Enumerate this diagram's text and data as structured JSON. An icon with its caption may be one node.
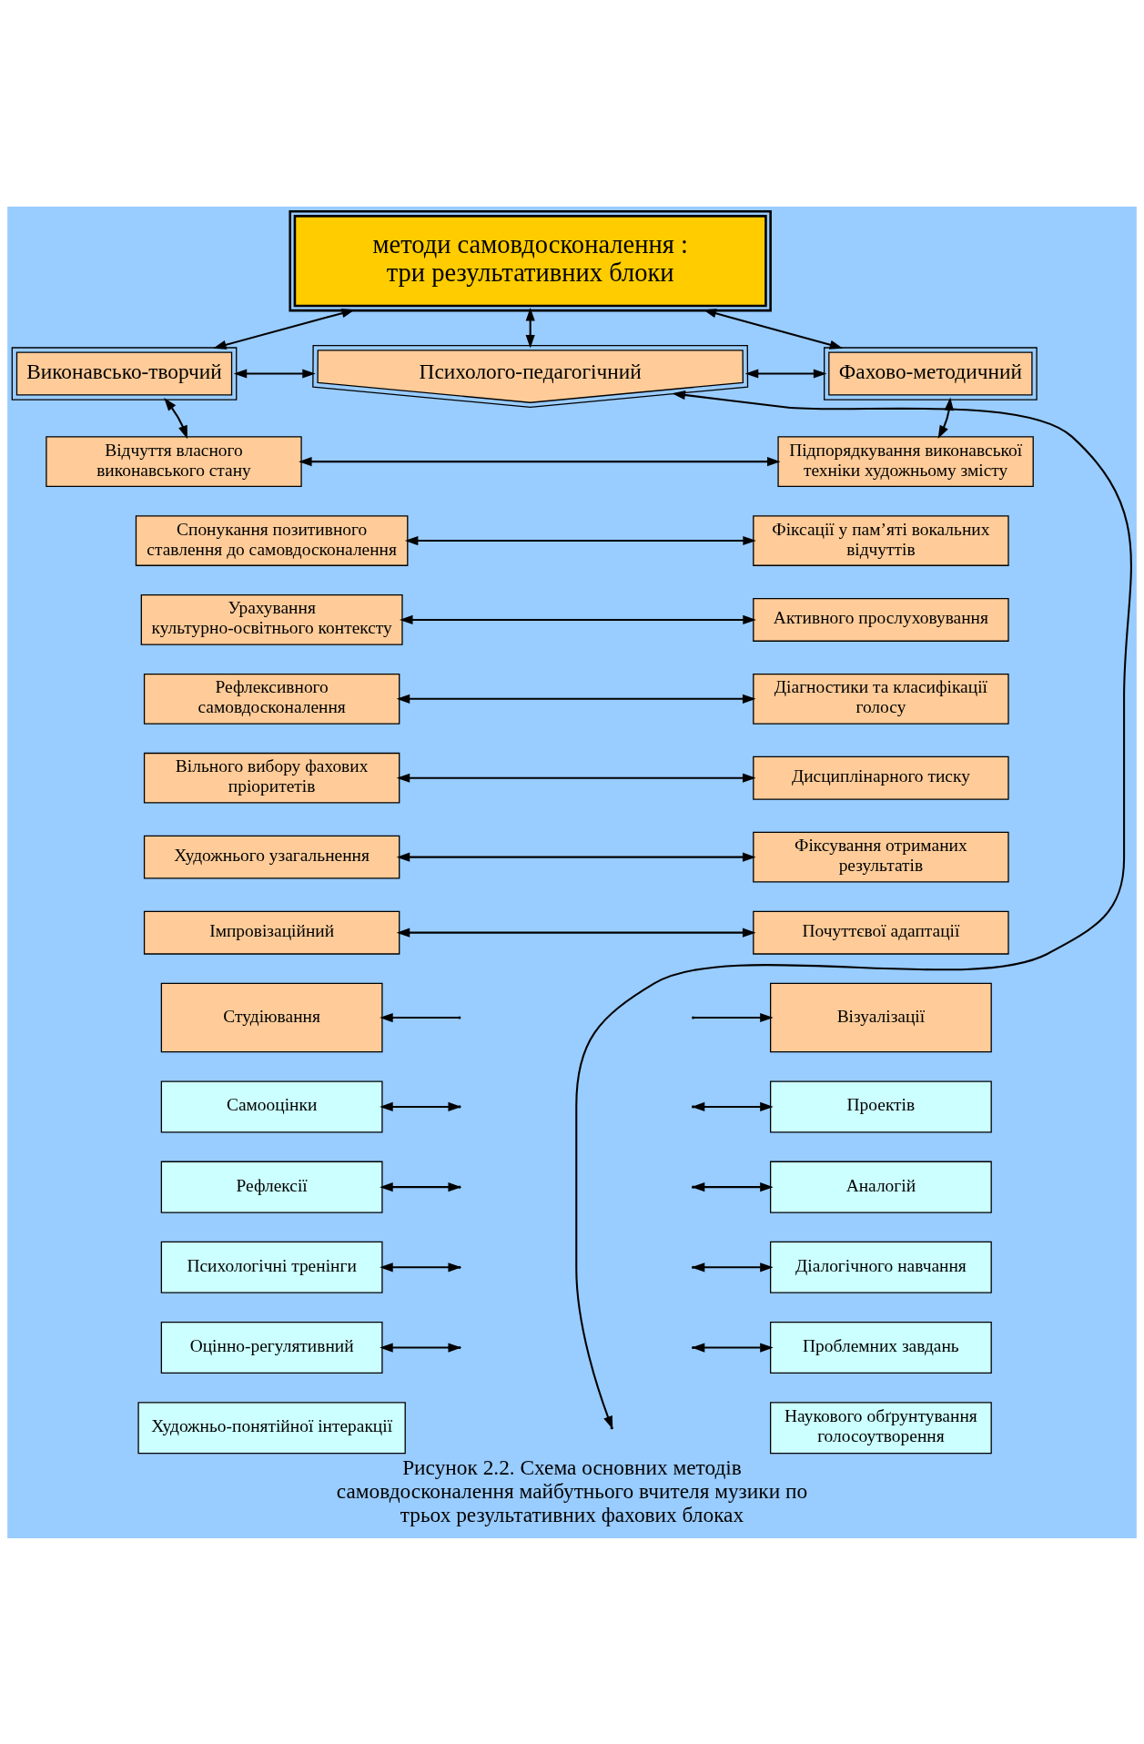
{
  "diagram": {
    "caption": "Рисунок 2.2. Схема основних методів самовдосконалення майбутнього вчителя музики по трьох результативних фахових блоках",
    "nodes": [
      {
        "text": [
          "методи самовдосконалення :",
          "три результативних блоки"
        ]
      },
      {
        "text": [
          "Виконавсько-творчий"
        ]
      },
      {
        "text": [
          "Психолого-педагогічний"
        ]
      },
      {
        "text": [
          "Фахово-методичний"
        ]
      },
      {
        "text": [
          "Відчуття власного виконавського стану"
        ]
      },
      {
        "text": [
          "Підпорядкування виконавської техніки художньому змісту"
        ]
      },
      {
        "text": [
          "Спонукання позитивного ставлення до самовдосконалення"
        ]
      },
      {
        "text": [
          "Фіксації у пам’яті вокальних відчуттів"
        ]
      },
      {
        "text": [
          "Урахування культурно-освітнього контексту"
        ]
      },
      {
        "text": [
          "Активного прослуховування"
        ]
      },
      {
        "text": [
          "Рефлексивного самовдосконалення"
        ]
      },
      {
        "text": [
          "Діагностики та класифікації голосу"
        ]
      },
      {
        "text": [
          "Вільного вибору фахових пріоритетів"
        ]
      },
      {
        "text": [
          "Дисциплінарного тиску"
        ]
      },
      {
        "text": [
          "Художнього узагальнення"
        ]
      },
      {
        "text": [
          "Фіксування отриманих результатів"
        ]
      },
      {
        "text": [
          "Імпровізаційний"
        ]
      },
      {
        "text": [
          "Почуттєвої адаптації"
        ]
      },
      {
        "text": [
          "Студіювання"
        ]
      },
      {
        "text": [
          "Візуалізації"
        ]
      },
      {
        "text": [
          "Самооцінки"
        ]
      },
      {
        "text": [
          "Проектів"
        ]
      },
      {
        "text": [
          "Рефлексії"
        ]
      },
      {
        "text": [
          "Аналогій"
        ]
      },
      {
        "text": [
          "Психологічні тренінги"
        ]
      },
      {
        "text": [
          "Діалогічного навчання"
        ]
      },
      {
        "text": [
          "Оцінно-регулятивний"
        ]
      },
      {
        "text": [
          "Проблемних завдань"
        ]
      },
      {
        "text": [
          "Художньо-понятійної інтеракції"
        ]
      },
      {
        "text": [
          "Наукового обґрунтування голосоутворення"
        ]
      }
    ],
    "edges": [
      {
        "from": 0,
        "to": 1,
        "arrow": "both"
      },
      {
        "from": 0,
        "to": 2,
        "arrow": "both"
      },
      {
        "from": 0,
        "to": 3,
        "arrow": "both"
      },
      {
        "from": 1,
        "to": 2,
        "arrow": "both"
      },
      {
        "from": 2,
        "to": 3,
        "arrow": "both"
      },
      {
        "from": 1,
        "to": 4,
        "arrow": "both"
      },
      {
        "from": 3,
        "to": 5,
        "arrow": "both"
      },
      {
        "from": 2,
        "to": null,
        "arrow": "both"
      },
      {
        "from": 4,
        "to": 5,
        "arrow": "both"
      },
      {
        "from": 6,
        "to": 7,
        "arrow": "both"
      },
      {
        "from": 8,
        "to": 9,
        "arrow": "both"
      },
      {
        "from": 10,
        "to": 11,
        "arrow": "both"
      },
      {
        "from": 12,
        "to": 13,
        "arrow": "both"
      },
      {
        "from": 14,
        "to": 15,
        "arrow": "both"
      },
      {
        "from": 16,
        "to": 17,
        "arrow": "both"
      },
      {
        "from": null,
        "to": 18,
        "arrow": "to"
      },
      {
        "from": null,
        "to": 19,
        "arrow": "to"
      },
      {
        "from": 20,
        "to": null,
        "arrow": "both"
      },
      {
        "from": 21,
        "to": null,
        "arrow": "both"
      },
      {
        "from": 22,
        "to": null,
        "arrow": "both"
      },
      {
        "from": 23,
        "to": null,
        "arrow": "both"
      },
      {
        "from": 24,
        "to": null,
        "arrow": "both"
      },
      {
        "from": 25,
        "to": null,
        "arrow": "both"
      },
      {
        "from": 26,
        "to": null,
        "arrow": "both"
      },
      {
        "from": 27,
        "to": null,
        "arrow": "both"
      }
    ]
  }
}
